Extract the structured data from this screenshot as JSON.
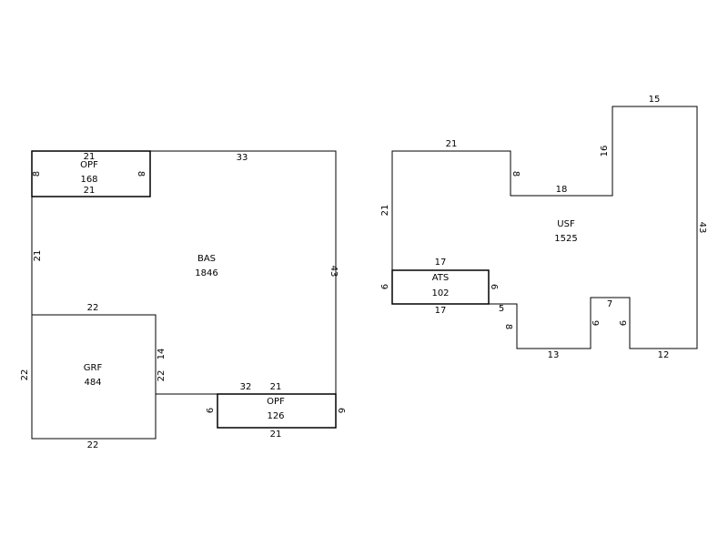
{
  "colors": {
    "line": "#000000",
    "background": "#ffffff"
  },
  "left_sketch": {
    "bas": {
      "name": "BAS",
      "area": "1846",
      "dim_top": "33",
      "dim_right": "43",
      "dim_left": "21",
      "dim_bottom": "32"
    },
    "opf_top": {
      "name": "OPF",
      "area": "168",
      "dim_top": "21",
      "dim_bottom": "21",
      "dim_left": "8",
      "dim_right": "8"
    },
    "grf": {
      "name": "GRF",
      "area": "484",
      "dim_top": "22",
      "dim_bottom": "22",
      "dim_left": "22",
      "dim_right": "22",
      "dim_step": "14"
    },
    "opf_bottom": {
      "name": "OPF",
      "area": "126",
      "dim_top": "21",
      "dim_bottom": "21",
      "dim_left": "6",
      "dim_right": "6"
    }
  },
  "right_sketch": {
    "usf": {
      "name": "USF",
      "area": "1525",
      "dim_top_left": "21",
      "dim_step_8": "8",
      "dim_mid_18": "18",
      "dim_rise_16": "16",
      "dim_top_right": "15",
      "dim_right": "43",
      "dim_bottom_right": "12",
      "dim_notch_right": "9",
      "dim_notch_top": "7",
      "dim_notch_left": "9",
      "dim_bottom_mid": "13",
      "dim_drop_8": "8",
      "dim_step_5": "5",
      "dim_left": "21"
    },
    "ats": {
      "name": "ATS",
      "area": "102",
      "dim_top": "17",
      "dim_bottom": "17",
      "dim_left": "6",
      "dim_right": "6"
    }
  }
}
